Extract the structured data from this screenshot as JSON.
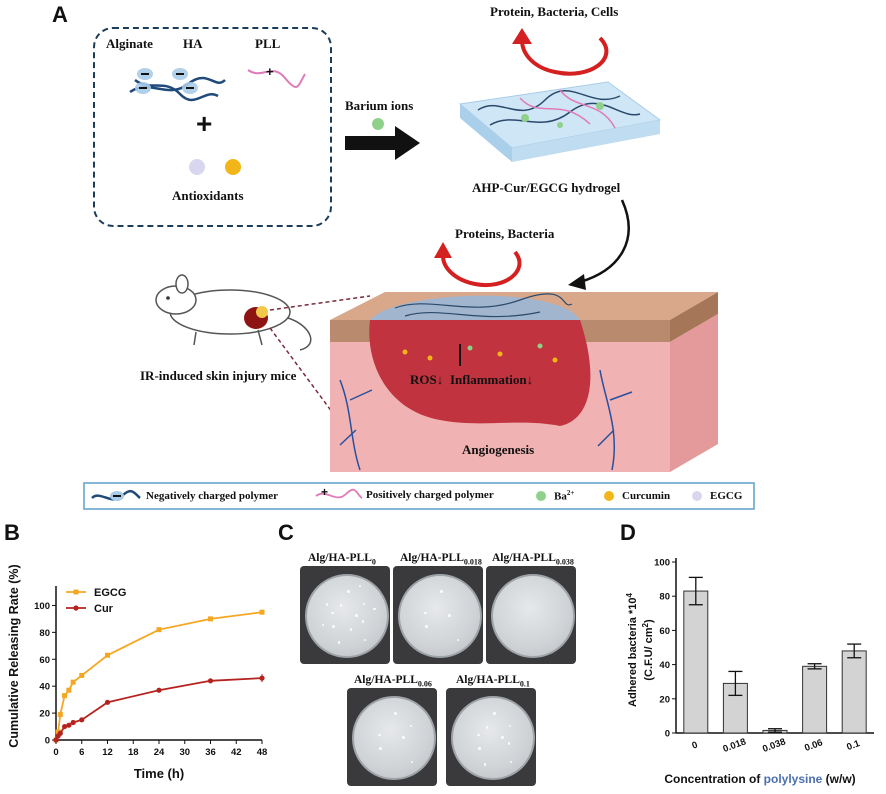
{
  "panel_a": {
    "letter": "A",
    "components": {
      "alginate": "Alginate",
      "ha": "HA",
      "pll": "PLL",
      "plus": "+",
      "antioxidants": "Antioxidants"
    },
    "barium_label": "Barium ions",
    "top_arrow_label": "Protein, Bacteria, Cells",
    "hydrogel_label": "AHP-Cur/EGCG hydrogel",
    "wound_arrow_label": "Proteins, Bacteria",
    "mouse_label": "IR-induced skin injury mice",
    "wound_texts": {
      "ros": "ROS",
      "inflammation": "Inflammation",
      "angiogenesis": "Angiogenesis"
    },
    "legend": {
      "neg_polymer": "Negatively charged polymer",
      "pos_polymer": "Positively charged polymer",
      "ba": "Ba",
      "ba_sup": "2+",
      "curcumin": "Curcumin",
      "egcg": "EGCG"
    },
    "colors": {
      "curcumin": "#f2b619",
      "ba": "#8fd08a",
      "egcg": "#d9d6f0",
      "neg_polymer": "#1f4a7a",
      "pos_polymer": "#e07ab8",
      "arrow_red": "#d42020"
    }
  },
  "panel_b": {
    "letter": "B"
  },
  "panel_c": {
    "letter": "C",
    "plates": [
      {
        "prefix": "Alg/HA-PLL",
        "sub": "0"
      },
      {
        "prefix": "Alg/HA-PLL",
        "sub": "0.018"
      },
      {
        "prefix": "Alg/HA-PLL",
        "sub": "0.038"
      },
      {
        "prefix": "Alg/HA-PLL",
        "sub": "0.06"
      },
      {
        "prefix": "Alg/HA-PLL",
        "sub": "0.1"
      }
    ]
  },
  "panel_d": {
    "letter": "D"
  },
  "chart_data": [
    {
      "type": "line",
      "xlabel": "Time (h)",
      "ylabel": "Cumulative Releasing Rate (%)",
      "xlim": [
        0,
        48
      ],
      "ylim": [
        0,
        110
      ],
      "xticks": [
        0,
        6,
        12,
        18,
        24,
        30,
        36,
        42,
        48
      ],
      "yticks": [
        0,
        20,
        40,
        60,
        80,
        100
      ],
      "legend_position": "top-left",
      "series": [
        {
          "name": "EGCG",
          "color": "#f5a623",
          "x": [
            0,
            0.5,
            1,
            2,
            3,
            4,
            6,
            12,
            24,
            36,
            48
          ],
          "y": [
            0,
            6,
            19,
            33,
            37,
            43,
            48,
            63,
            82,
            90,
            95
          ],
          "err": [
            0,
            1,
            1,
            1.5,
            1.5,
            1.5,
            1.5,
            1.5,
            1.5,
            1.5,
            1.5
          ]
        },
        {
          "name": "Cur",
          "color": "#b5231e",
          "x": [
            0,
            0.5,
            1,
            2,
            3,
            4,
            6,
            12,
            24,
            36,
            48
          ],
          "y": [
            0,
            3,
            5,
            10,
            11,
            13,
            15,
            28,
            37,
            44,
            46
          ],
          "err": [
            0,
            0.5,
            0.5,
            1,
            1,
            1,
            1,
            1,
            1.5,
            1.5,
            3
          ]
        }
      ]
    },
    {
      "type": "bar",
      "xlabel_prefix": "Concentration of ",
      "xlabel_word": "polylysine",
      "xlabel_suffix": "(w/w)",
      "ylabel_line1": "Adhered bacteria *10",
      "ylabel_sup": "4",
      "ylabel_line2": "(C.F.U/ cm",
      "ylabel_sup2": "2",
      "ylabel_close": ")",
      "categories": [
        "0",
        "0.018",
        "0.038",
        "0.06",
        "0.1"
      ],
      "values": [
        83,
        29,
        1.5,
        39,
        48
      ],
      "errors": [
        8,
        7,
        1,
        1.5,
        4
      ],
      "ylim": [
        0,
        100
      ],
      "yticks": [
        0,
        20,
        40,
        60,
        80,
        100
      ],
      "bar_color": "#d3d3d3"
    }
  ]
}
